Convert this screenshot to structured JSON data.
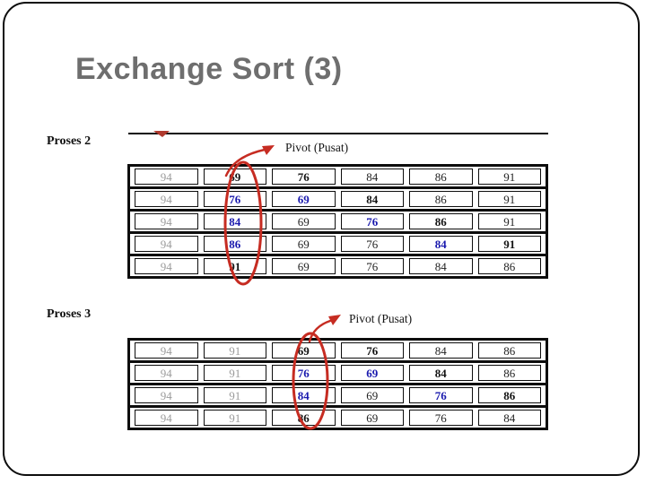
{
  "slide": {
    "title": "Exchange Sort (3)"
  },
  "colors": {
    "title_gray": "#6e6e6e",
    "value_muted": "#9b9b9b",
    "value_black": "#141414",
    "value_plain": "#222222",
    "value_blue": "#1a1aae",
    "highlight_red": "#c62c22",
    "border_black": "#0d0d0d"
  },
  "process2": {
    "label": "Proses 2",
    "pivot_label": "Pivot (Pusat)",
    "highlighted_column_index": 1,
    "rows": [
      [
        {
          "v": "94",
          "s": "muted"
        },
        {
          "v": "69",
          "s": "bold"
        },
        {
          "v": "76",
          "s": "bold"
        },
        {
          "v": "84",
          "s": "plain"
        },
        {
          "v": "86",
          "s": "plain"
        },
        {
          "v": "91",
          "s": "plain"
        }
      ],
      [
        {
          "v": "94",
          "s": "muted"
        },
        {
          "v": "76",
          "s": "blue"
        },
        {
          "v": "69",
          "s": "blue"
        },
        {
          "v": "84",
          "s": "bold"
        },
        {
          "v": "86",
          "s": "plain"
        },
        {
          "v": "91",
          "s": "plain"
        }
      ],
      [
        {
          "v": "94",
          "s": "muted"
        },
        {
          "v": "84",
          "s": "blue"
        },
        {
          "v": "69",
          "s": "plain"
        },
        {
          "v": "76",
          "s": "blue"
        },
        {
          "v": "86",
          "s": "bold"
        },
        {
          "v": "91",
          "s": "plain"
        }
      ],
      [
        {
          "v": "94",
          "s": "muted"
        },
        {
          "v": "86",
          "s": "blue"
        },
        {
          "v": "69",
          "s": "plain"
        },
        {
          "v": "76",
          "s": "plain"
        },
        {
          "v": "84",
          "s": "blue"
        },
        {
          "v": "91",
          "s": "bold"
        }
      ],
      [
        {
          "v": "94",
          "s": "muted"
        },
        {
          "v": "91",
          "s": "bold"
        },
        {
          "v": "69",
          "s": "plain"
        },
        {
          "v": "76",
          "s": "plain"
        },
        {
          "v": "84",
          "s": "plain"
        },
        {
          "v": "86",
          "s": "plain"
        }
      ]
    ]
  },
  "process3": {
    "label": "Proses 3",
    "pivot_label": "Pivot (Pusat)",
    "highlighted_column_index": 2,
    "rows": [
      [
        {
          "v": "94",
          "s": "muted"
        },
        {
          "v": "91",
          "s": "muted"
        },
        {
          "v": "69",
          "s": "bold"
        },
        {
          "v": "76",
          "s": "bold"
        },
        {
          "v": "84",
          "s": "plain"
        },
        {
          "v": "86",
          "s": "plain"
        }
      ],
      [
        {
          "v": "94",
          "s": "muted"
        },
        {
          "v": "91",
          "s": "muted"
        },
        {
          "v": "76",
          "s": "blue"
        },
        {
          "v": "69",
          "s": "blue"
        },
        {
          "v": "84",
          "s": "bold"
        },
        {
          "v": "86",
          "s": "plain"
        }
      ],
      [
        {
          "v": "94",
          "s": "muted"
        },
        {
          "v": "91",
          "s": "muted"
        },
        {
          "v": "84",
          "s": "blue"
        },
        {
          "v": "69",
          "s": "plain"
        },
        {
          "v": "76",
          "s": "blue"
        },
        {
          "v": "86",
          "s": "bold"
        }
      ],
      [
        {
          "v": "94",
          "s": "muted"
        },
        {
          "v": "91",
          "s": "muted"
        },
        {
          "v": "86",
          "s": "bold"
        },
        {
          "v": "69",
          "s": "plain"
        },
        {
          "v": "76",
          "s": "plain"
        },
        {
          "v": "84",
          "s": "plain"
        }
      ]
    ]
  },
  "annotations": {
    "pivot_arrow_icon": "curved-red-arrow",
    "column_highlight": "red-ellipse-outline",
    "line_marker_icon": "red-tick"
  }
}
